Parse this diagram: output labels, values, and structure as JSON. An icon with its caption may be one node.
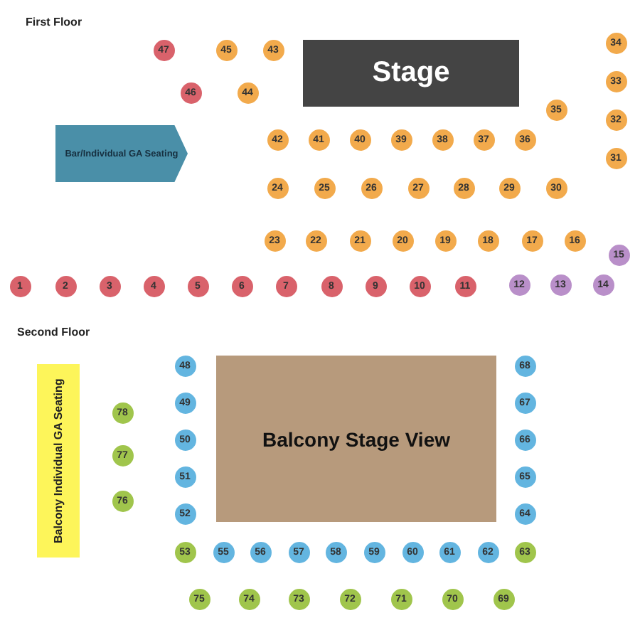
{
  "diagram": {
    "nodes": [
      {
        "text": [
          "Stage"
        ]
      },
      {
        "text": [
          "Bar/Individual GA Seating"
        ]
      },
      {
        "text": [
          "Balcony Stage View"
        ]
      },
      {
        "text": [
          "Balcony Individual GA Seating"
        ]
      },
      {
        "text": [
          "1"
        ]
      },
      {
        "text": [
          "2"
        ]
      },
      {
        "text": [
          "3"
        ]
      },
      {
        "text": [
          "4"
        ]
      },
      {
        "text": [
          "5"
        ]
      },
      {
        "text": [
          "6"
        ]
      },
      {
        "text": [
          "7"
        ]
      },
      {
        "text": [
          "8"
        ]
      },
      {
        "text": [
          "9"
        ]
      },
      {
        "text": [
          "10"
        ]
      },
      {
        "text": [
          "11"
        ]
      },
      {
        "text": [
          "12"
        ]
      },
      {
        "text": [
          "13"
        ]
      },
      {
        "text": [
          "14"
        ]
      },
      {
        "text": [
          "15"
        ]
      },
      {
        "text": [
          "16"
        ]
      },
      {
        "text": [
          "17"
        ]
      },
      {
        "text": [
          "18"
        ]
      },
      {
        "text": [
          "19"
        ]
      },
      {
        "text": [
          "20"
        ]
      },
      {
        "text": [
          "21"
        ]
      },
      {
        "text": [
          "22"
        ]
      },
      {
        "text": [
          "23"
        ]
      },
      {
        "text": [
          "24"
        ]
      },
      {
        "text": [
          "25"
        ]
      },
      {
        "text": [
          "26"
        ]
      },
      {
        "text": [
          "27"
        ]
      },
      {
        "text": [
          "28"
        ]
      },
      {
        "text": [
          "29"
        ]
      },
      {
        "text": [
          "30"
        ]
      },
      {
        "text": [
          "31"
        ]
      },
      {
        "text": [
          "32"
        ]
      },
      {
        "text": [
          "33"
        ]
      },
      {
        "text": [
          "34"
        ]
      },
      {
        "text": [
          "35"
        ]
      },
      {
        "text": [
          "36"
        ]
      },
      {
        "text": [
          "37"
        ]
      },
      {
        "text": [
          "38"
        ]
      },
      {
        "text": [
          "39"
        ]
      },
      {
        "text": [
          "40"
        ]
      },
      {
        "text": [
          "41"
        ]
      },
      {
        "text": [
          "42"
        ]
      },
      {
        "text": [
          "43"
        ]
      },
      {
        "text": [
          "44"
        ]
      },
      {
        "text": [
          "45"
        ]
      },
      {
        "text": [
          "46"
        ]
      },
      {
        "text": [
          "47"
        ]
      },
      {
        "text": [
          "48"
        ]
      },
      {
        "text": [
          "49"
        ]
      },
      {
        "text": [
          "50"
        ]
      },
      {
        "text": [
          "51"
        ]
      },
      {
        "text": [
          "52"
        ]
      },
      {
        "text": [
          "53"
        ]
      },
      {
        "text": [
          "55"
        ]
      },
      {
        "text": [
          "56"
        ]
      },
      {
        "text": [
          "57"
        ]
      },
      {
        "text": [
          "58"
        ]
      },
      {
        "text": [
          "59"
        ]
      },
      {
        "text": [
          "60"
        ]
      },
      {
        "text": [
          "61"
        ]
      },
      {
        "text": [
          "62"
        ]
      },
      {
        "text": [
          "63"
        ]
      },
      {
        "text": [
          "64"
        ]
      },
      {
        "text": [
          "65"
        ]
      },
      {
        "text": [
          "66"
        ]
      },
      {
        "text": [
          "67"
        ]
      },
      {
        "text": [
          "68"
        ]
      },
      {
        "text": [
          "69"
        ]
      },
      {
        "text": [
          "70"
        ]
      },
      {
        "text": [
          "71"
        ]
      },
      {
        "text": [
          "72"
        ]
      },
      {
        "text": [
          "73"
        ]
      },
      {
        "text": [
          "74"
        ]
      },
      {
        "text": [
          "75"
        ]
      },
      {
        "text": [
          "76"
        ]
      },
      {
        "text": [
          "77"
        ]
      },
      {
        "text": [
          "78"
        ]
      }
    ],
    "labels": [
      "First Floor",
      "Second Floor"
    ]
  }
}
